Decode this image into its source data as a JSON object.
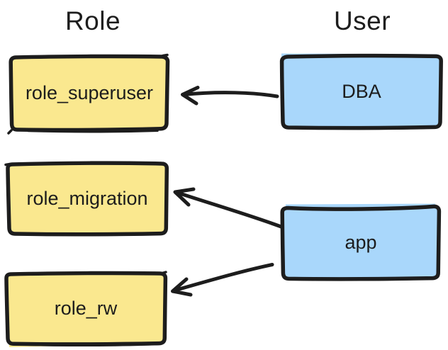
{
  "diagram": {
    "columns": {
      "left": {
        "header": "Role"
      },
      "right": {
        "header": "User"
      }
    },
    "role_boxes": [
      {
        "label": "role_superuser"
      },
      {
        "label": "role_migration"
      },
      {
        "label": "role_rw"
      }
    ],
    "user_boxes": [
      {
        "label": "DBA"
      },
      {
        "label": "app"
      }
    ],
    "edges": [
      {
        "from": "DBA",
        "to": "role_superuser"
      },
      {
        "from": "app",
        "to": "role_migration"
      },
      {
        "from": "app",
        "to": "role_rw"
      }
    ],
    "colors": {
      "ink": "#1d1d1d",
      "role_fill": "#fae88f",
      "user_fill": "#a9d7fb",
      "background": "#ffffff"
    }
  }
}
